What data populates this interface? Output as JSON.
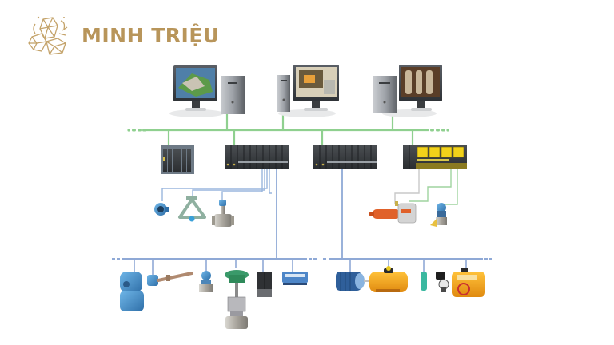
{
  "logo": {
    "brand_name": "MINH TRIỆU",
    "icon": "crystal-gem-icon",
    "color": "#b8955a"
  },
  "diagram": {
    "type": "industrial-control-network-topology",
    "colors": {
      "control_bus": "#8fd08f",
      "field_bus": "#8fa9d6",
      "io_wiring_blue": "#9ab6dd",
      "io_wiring_green": "#9fd49f",
      "io_wiring_gray": "#c9c9c9"
    },
    "tiers": {
      "workstations": [
        {
          "id": "ws1",
          "icon": "workstation-icon",
          "screen": "plant-overview-hmi"
        },
        {
          "id": "ws2",
          "icon": "workstation-icon",
          "screen": "process-graphic-hmi"
        },
        {
          "id": "ws3",
          "icon": "workstation-icon",
          "screen": "equipment-panel-hmi"
        }
      ],
      "controllers": [
        {
          "id": "c1",
          "icon": "io-rack-icon",
          "style": "compact-rack"
        },
        {
          "id": "c2",
          "icon": "io-controller-icon",
          "style": "gray-modules"
        },
        {
          "id": "c3",
          "icon": "io-controller-icon",
          "style": "gray-modules"
        },
        {
          "id": "c4",
          "icon": "io-controller-icon",
          "style": "yellow-modules"
        }
      ],
      "hart_devices_left": [
        {
          "icon": "magnetic-flowmeter-icon"
        },
        {
          "icon": "coriolis-flowmeter-icon"
        },
        {
          "icon": "vortex-flowmeter-icon"
        }
      ],
      "hart_devices_right": [
        {
          "icon": "valve-actuator-icon"
        },
        {
          "icon": "pressure-transmitter-icon"
        }
      ],
      "fieldbus_left": [
        {
          "icon": "level-transmitter-icon"
        },
        {
          "icon": "temperature-probe-icon"
        },
        {
          "icon": "pressure-transmitter-icon"
        },
        {
          "icon": "control-valve-icon"
        },
        {
          "icon": "io-module-icon"
        },
        {
          "icon": "terminal-block-icon"
        }
      ],
      "fieldbus_right": [
        {
          "icon": "electric-motor-icon"
        },
        {
          "icon": "pneumatic-actuator-icon"
        },
        {
          "icon": "proximity-sensor-icon"
        },
        {
          "icon": "valve-positioner-icon"
        },
        {
          "icon": "electric-actuator-icon"
        }
      ]
    }
  }
}
